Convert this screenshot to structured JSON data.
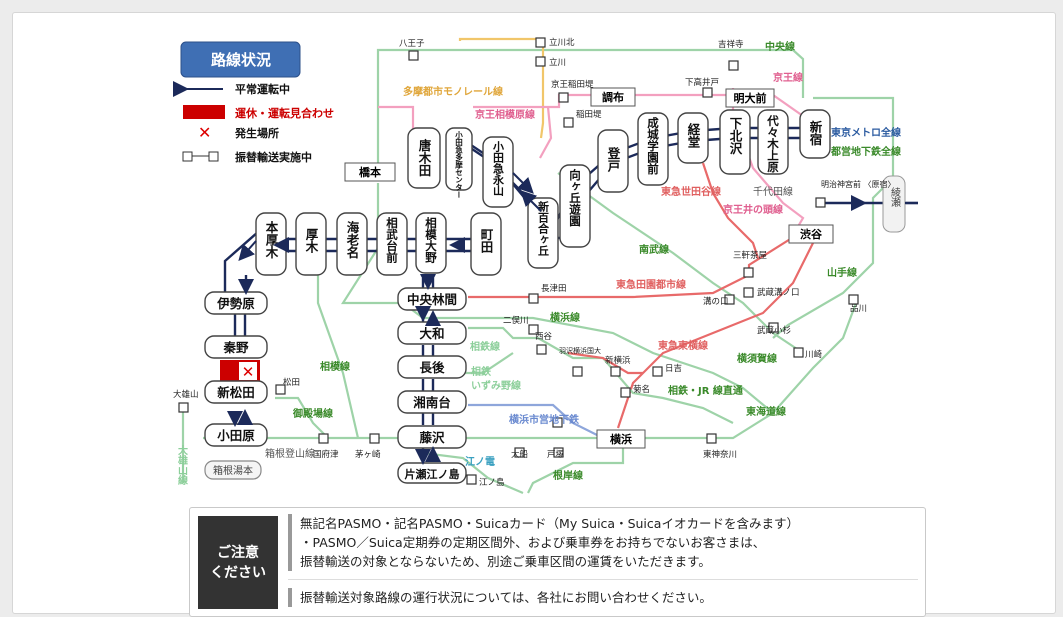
{
  "legend": {
    "title": "路線状況",
    "normal": "平常運転中",
    "suspended": "運休・運転見合わせ",
    "incident": "発生場所",
    "transfer": "振替輸送実施中"
  },
  "odakyu_stations": {
    "shinjuku": "新宿",
    "yoyogiuehara": "代々木上原",
    "shimokitazawa": "下北沢",
    "kyodo": "経堂",
    "seijogakuenmae": "成城学園前",
    "noborito": "登戸",
    "mukogaokayuen": "向ヶ丘遊園",
    "shinyurigaoka": "新百合ヶ丘",
    "odakyunagayama": "小田急永山",
    "tamacenter": "小田急多摩センター",
    "karakida": "唐木田",
    "machida": "町田",
    "sagamiono": "相模大野",
    "sagamihara": "相武台前",
    "ebina": "海老名",
    "atsugi": "厚木",
    "honatsugi": "本厚木",
    "isehara": "伊勢原",
    "hadano": "秦野",
    "shinmatsuda": "新松田",
    "odawara": "小田原",
    "hakoneyumoto": "箱根湯本",
    "chuorinkan": "中央林間",
    "yamato": "大和",
    "chogo": "長後",
    "shonandai": "湘南台",
    "fujisawa": "藤沢",
    "katasenoshima": "片瀬江ノ島"
  },
  "other_stations": {
    "hachioji": "八王子",
    "tachikawakita": "立川北",
    "tachikawa": "立川",
    "keioinadazutsumi": "京王稲田堤",
    "inadazutsumi": "稲田堤",
    "chofu": "調布",
    "kichijoji": "吉祥寺",
    "shimotakaido": "下高井戸",
    "meidaimae": "明大前",
    "meijijingumae": "明治神宮前\n〈原宿〉",
    "ayase": "綾瀬",
    "shibuya": "渋谷",
    "sangenjaya": "三軒茶屋",
    "musashikosugi_top": "武蔵溝ノ口",
    "mizonokuchi": "溝の口",
    "nagatsuta": "長津田",
    "shinagawa": "品川",
    "musashikosugi": "武蔵小杉",
    "kawasaki": "川崎",
    "hashimoto": "橋本",
    "futamatagawa": "二俣川",
    "nishiya": "西谷",
    "hazawa": "羽沢横浜国大",
    "shinyokohama": "新横浜",
    "hiyoshi": "日吉",
    "kikuna": "菊名",
    "yokohama": "横浜",
    "higashikanagawa": "東神奈川",
    "ofuna": "大船",
    "totsuka": "戸塚",
    "enoshima": "江ノ島",
    "chigasaki": "茅ヶ崎",
    "kozu": "国府津",
    "matsuda": "松田",
    "daiyuzan": "大雄山"
  },
  "line_labels": {
    "chuo": "中央線",
    "keio": "京王線",
    "tamamonorail": "多摩都市モノレール線",
    "keiosagamihara": "京王相模原線",
    "tokyometro": "東京メトロ全線",
    "toei": "都営地下鉄全線",
    "chiyoda": "千代田線",
    "setagaya": "東急世田谷線",
    "inokashira": "京王井の頭線",
    "nambu": "南武線",
    "denentoshi": "東急田園都市線",
    "yamanote": "山手線",
    "yokohama": "横浜線",
    "toyoko": "東急東横線",
    "sotetsu": "相鉄線",
    "izumino": "相鉄\nいずみ野線",
    "sotetsujr": "相鉄・JR 線直通",
    "yokosuka": "横須賀線",
    "tokaido": "東海道線",
    "subway": "横浜市営地下鉄",
    "sagami": "相模線",
    "gotemba": "御殿場線",
    "hakonetozan": "箱根登山線",
    "enoden": "江ノ電",
    "negishi": "根岸線",
    "daiyuzan": "大雄山線"
  },
  "notice": {
    "badge_line1": "ご注意",
    "badge_line2": "ください",
    "line1": "無記名PASMO・記名PASMO・Suicaカード（My Suica・Suicaイオカードを含みます）",
    "line2": "・PASMO／Suica定期券の定期区間外、および乗車券をお持ちでないお客さまは、",
    "line3": "振替輸送の対象とならないため、別途ご乗車区間の運賃をいただきます。",
    "line4": "振替輸送対象路線の運行状況については、各社にお問い合わせください。"
  },
  "colors": {
    "odakyu_navy": "#1c2a5a",
    "suspended_red": "#cc0000",
    "green_line": "#8ccf9a",
    "pink_line": "#f08ab0",
    "red_line": "#e86060",
    "label_green": "#3a8a2a"
  }
}
